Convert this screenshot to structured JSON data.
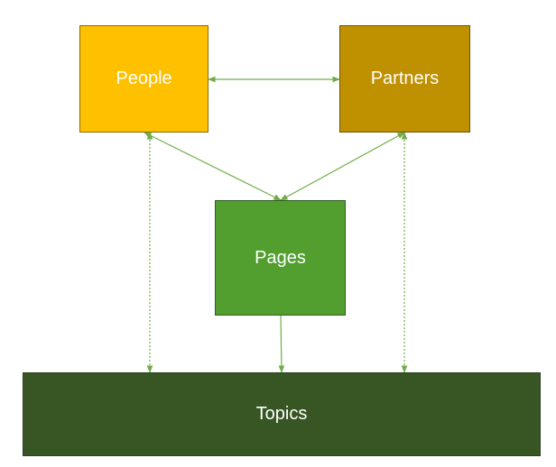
{
  "diagram": {
    "nodes": {
      "people": {
        "label": "People",
        "color": "#FFC000"
      },
      "partners": {
        "label": "Partners",
        "color": "#BF9000"
      },
      "pages": {
        "label": "Pages",
        "color": "#529E2F"
      },
      "topics": {
        "label": "Topics",
        "color": "#375623"
      }
    },
    "edges": [
      {
        "from": "people",
        "to": "partners",
        "style": "solid",
        "direction": "both"
      },
      {
        "from": "people",
        "to": "pages",
        "style": "solid",
        "direction": "both"
      },
      {
        "from": "partners",
        "to": "pages",
        "style": "solid",
        "direction": "both"
      },
      {
        "from": "people",
        "to": "topics",
        "style": "dotted",
        "direction": "both"
      },
      {
        "from": "partners",
        "to": "topics",
        "style": "dotted",
        "direction": "both"
      },
      {
        "from": "pages",
        "to": "topics",
        "style": "solid",
        "direction": "forward"
      }
    ],
    "connector_color": "#70AD47"
  }
}
